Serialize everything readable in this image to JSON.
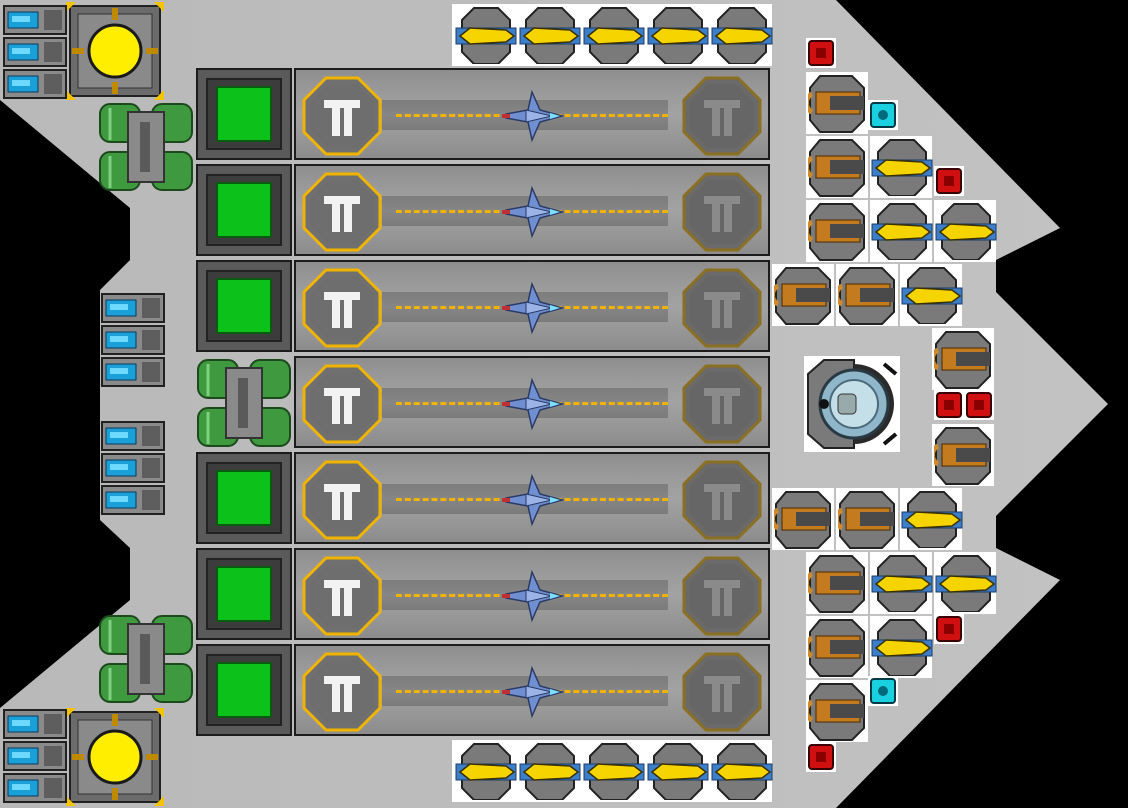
{
  "scene": {
    "description_free": true,
    "colors": {
      "background": "#000000",
      "hull": "#bdbdbd",
      "bay_floor": "#9a9a9a",
      "lane_dash": "#f2b400",
      "pad_ring": "#f0b400",
      "console_screen": "#0cc21a",
      "reactor_core": "#ffee00",
      "missile_body": "#f5d400",
      "ammo_red": "#d01010",
      "shield_cyan": "#18d0e0",
      "fighter_blue": "#6f8fd0"
    },
    "hangar": {
      "bay_count": 7,
      "bays": [
        {
          "id": 1,
          "pad_left": "launch-pad",
          "pad_right": "landing-pad",
          "fighter": "fighter-craft",
          "console": "green-console"
        },
        {
          "id": 2,
          "pad_left": "launch-pad",
          "pad_right": "landing-pad",
          "fighter": "fighter-craft",
          "console": "green-console"
        },
        {
          "id": 3,
          "pad_left": "launch-pad",
          "pad_right": "landing-pad",
          "fighter": "fighter-craft",
          "console": "green-console"
        },
        {
          "id": 4,
          "pad_left": "launch-pad",
          "pad_right": "landing-pad",
          "fighter": "fighter-craft",
          "console": "green-tank-module"
        },
        {
          "id": 5,
          "pad_left": "launch-pad",
          "pad_right": "landing-pad",
          "fighter": "fighter-craft",
          "console": "green-console"
        },
        {
          "id": 6,
          "pad_left": "launch-pad",
          "pad_right": "landing-pad",
          "fighter": "fighter-craft",
          "console": "green-console"
        },
        {
          "id": 7,
          "pad_left": "launch-pad",
          "pad_right": "landing-pad",
          "fighter": "fighter-craft",
          "console": "green-console"
        }
      ]
    },
    "modules": {
      "reactors": 2,
      "top_missile_rack": 5,
      "bottom_missile_rack": 5,
      "shield_generator": 1,
      "green_tanks": 3,
      "battery_stacks": 4
    },
    "icons": [
      "reactor-icon",
      "missile-icon",
      "cannon-icon",
      "ammo-box-icon",
      "shield-node-icon",
      "battery-icon",
      "fighter-icon",
      "launch-pad-icon",
      "turret-core-icon",
      "fuel-tank-icon"
    ]
  }
}
